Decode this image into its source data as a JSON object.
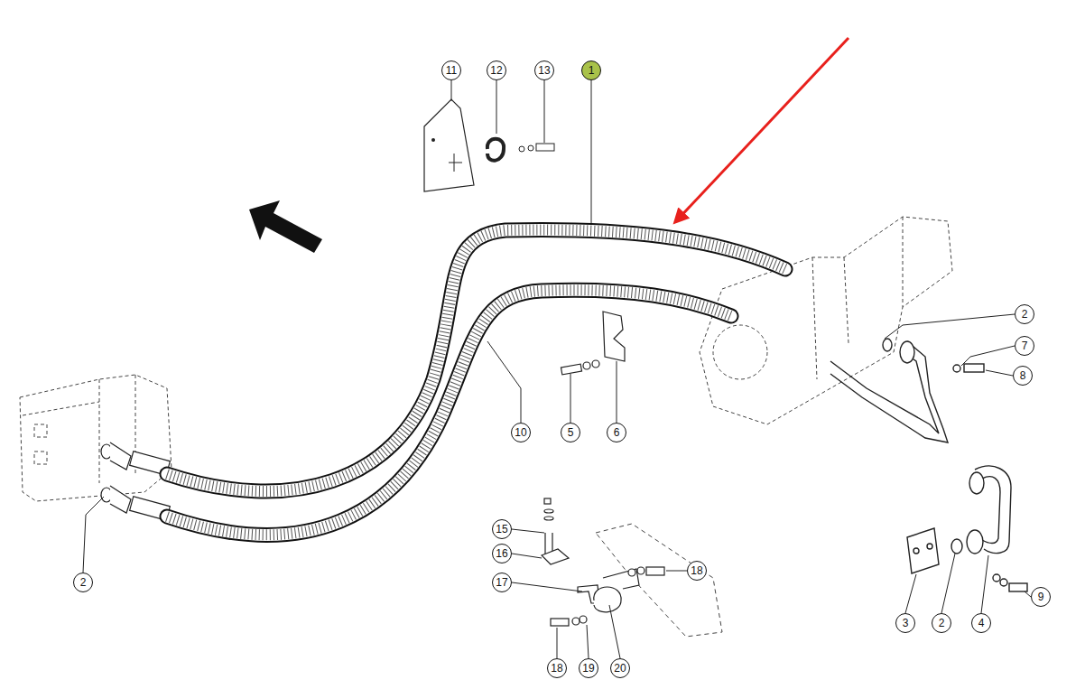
{
  "diagram": {
    "nodes": [
      {
        "text": [
          "11"
        ]
      },
      {
        "text": [
          "12"
        ]
      },
      {
        "text": [
          "13"
        ]
      },
      {
        "text": [
          "1"
        ]
      },
      {
        "text": [
          "2"
        ]
      },
      {
        "text": [
          "7"
        ]
      },
      {
        "text": [
          "8"
        ]
      },
      {
        "text": [
          "10"
        ]
      },
      {
        "text": [
          "5"
        ]
      },
      {
        "text": [
          "6"
        ]
      },
      {
        "text": [
          "15"
        ]
      },
      {
        "text": [
          "16"
        ]
      },
      {
        "text": [
          "18"
        ]
      },
      {
        "text": [
          "17"
        ]
      },
      {
        "text": [
          "2"
        ]
      },
      {
        "text": [
          "9"
        ]
      },
      {
        "text": [
          "3"
        ]
      },
      {
        "text": [
          "2"
        ]
      },
      {
        "text": [
          "4"
        ]
      },
      {
        "text": [
          "18"
        ]
      },
      {
        "text": [
          "19"
        ]
      },
      {
        "text": [
          "20"
        ]
      }
    ],
    "edges": []
  }
}
